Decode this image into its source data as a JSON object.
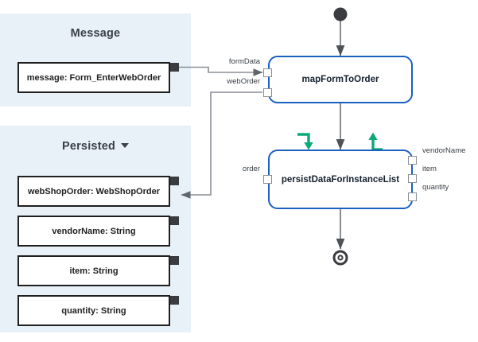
{
  "colors": {
    "panel_bg": "#e8f1f8",
    "canvas_bg": "#ffffff",
    "data_box_border": "#1f1f1f",
    "data_pin": "#3b3b42",
    "flow_node_border": "#1b5fc1",
    "flow_text": "#14202e",
    "wire": "#8a8f96",
    "control_flow": "#5a5f66",
    "accent_teal": "#0aa97a",
    "label_text": "#3a4047"
  },
  "panels": [
    {
      "id": "message",
      "title": "Message",
      "has_caret": false,
      "items": [
        {
          "label": "message: Form_EnterWebOrder"
        }
      ]
    },
    {
      "id": "persisted",
      "title": "Persisted",
      "has_caret": true,
      "caret_icon": "chevron-down-icon",
      "items": [
        {
          "label": "webShopOrder: WebShopOrder"
        },
        {
          "label": "vendorName: String"
        },
        {
          "label": "item: String"
        },
        {
          "label": "quantity: String"
        }
      ]
    }
  ],
  "flow": {
    "start_node": {
      "icon": "start-event-node"
    },
    "end_node": {
      "icon": "end-event-node"
    },
    "nodes": [
      {
        "id": "map-form-to-order",
        "label": "mapFormToOrder",
        "input_ports": [
          {
            "label": "formData"
          },
          {
            "label": "webOrder"
          }
        ],
        "output_ports": []
      },
      {
        "id": "persist-data-for-instance-list",
        "label": "persistDataForInstanceList",
        "input_ports": [
          {
            "label": "order"
          }
        ],
        "output_ports": [
          {
            "label": "vendorName"
          },
          {
            "label": "item"
          },
          {
            "label": "quantity"
          }
        ],
        "markers": [
          {
            "icon": "loop-input-arrow-icon"
          },
          {
            "icon": "loop-output-arrow-icon"
          }
        ]
      }
    ]
  }
}
